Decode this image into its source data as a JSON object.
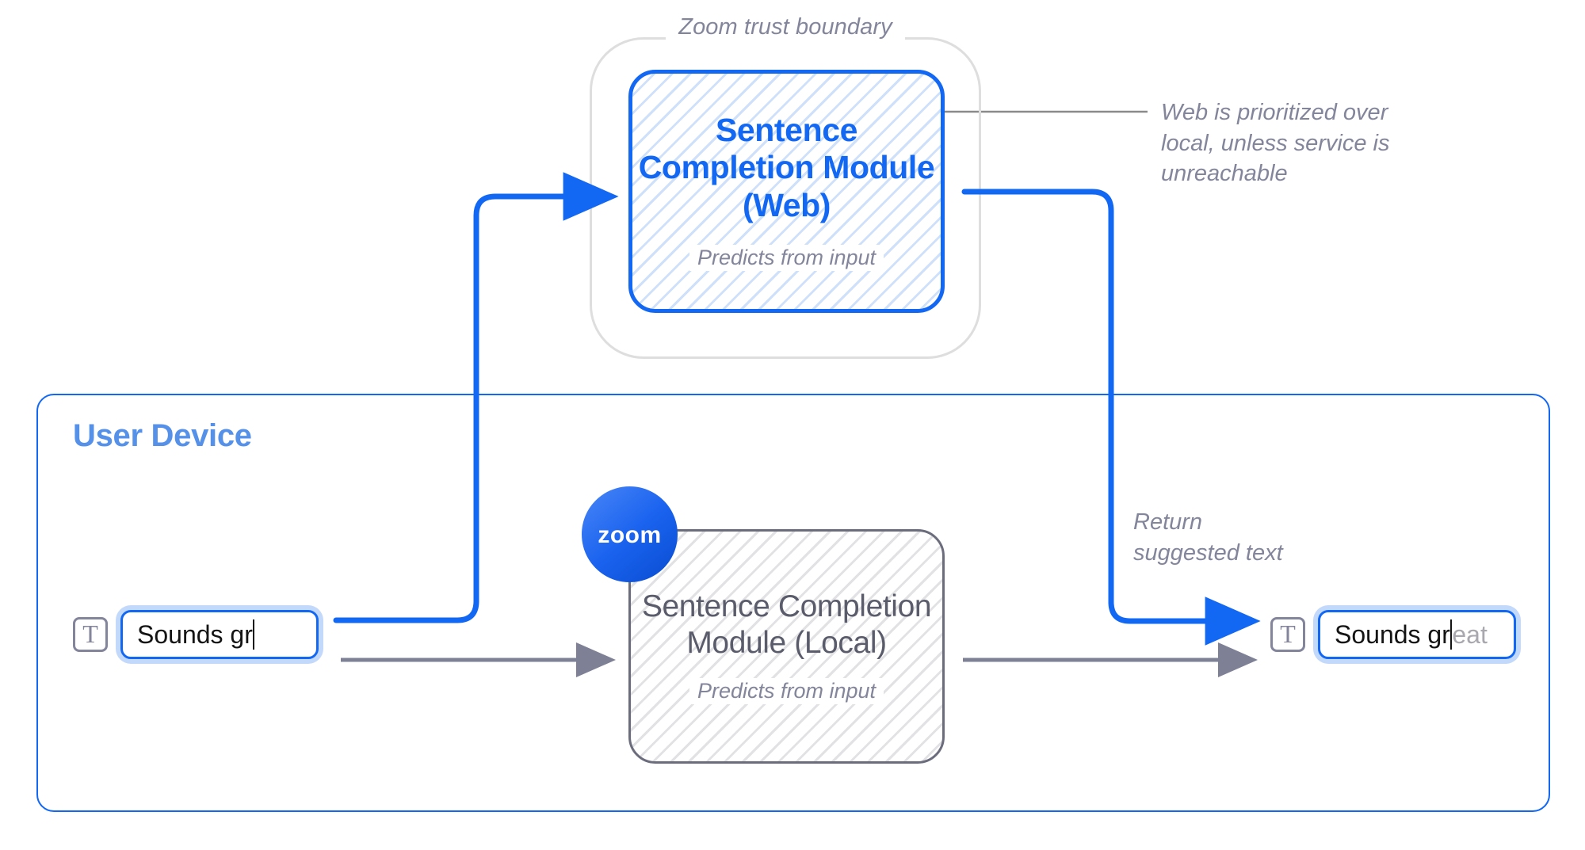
{
  "diagram": {
    "trust_boundary": {
      "label": "Zoom trust boundary"
    },
    "user_device": {
      "title": "User Device"
    },
    "modules": [
      {
        "id": "web",
        "title": "Sentence Completion Module (Web)",
        "subtitle": "Predicts from input",
        "accent_color": "#1268f3",
        "text_color": "#1268f3",
        "hatch_color": "#cfe0fa"
      },
      {
        "id": "local",
        "title": "Sentence Completion Module (Local)",
        "subtitle": "Predicts from input",
        "accent_color": "#6b6c7c",
        "text_color": "#5a5c6b",
        "hatch_color": "#e2e2e5"
      }
    ],
    "fields": [
      {
        "id": "input",
        "icon": "text-field-icon",
        "icon_glyph": "T",
        "typed_text": "Sounds gr",
        "ghost_text": ""
      },
      {
        "id": "output",
        "icon": "text-field-icon",
        "icon_glyph": "T",
        "typed_text": "Sounds gr",
        "ghost_text": "eat"
      }
    ],
    "annotations": [
      {
        "id": "web-priority",
        "text": "Web is prioritized over local, unless service is unreachable"
      },
      {
        "id": "return-suggested",
        "text": "Return suggested text"
      }
    ],
    "logo": {
      "wordmark": "zoom",
      "color_light": "#4a86f7",
      "color_dark": "#0b5cde"
    },
    "colors": {
      "brand_blue": "#1268f3",
      "panel_blue": "#5591e8",
      "gray_text": "#83859b",
      "gray_arrow": "#7e8196",
      "boundary_gray": "#dedede"
    }
  }
}
